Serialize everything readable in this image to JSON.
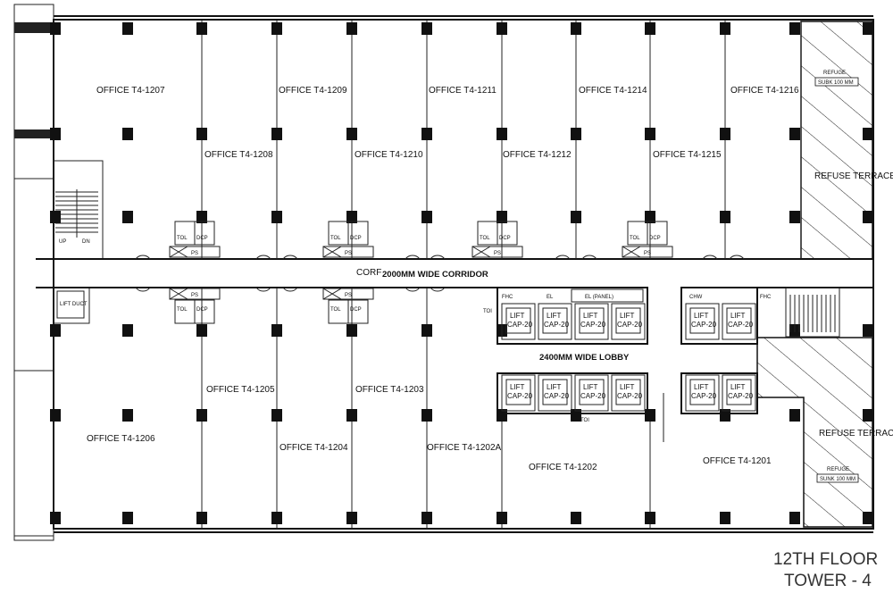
{
  "plan": {
    "title_line1": "12TH FLOOR",
    "title_line2": "TOWER - 4",
    "corridor": "CORF",
    "corridor_label": "2000MM WIDE CORRIDOR",
    "lobby_label": "2400MM WIDE LOBBY",
    "refuse_terrace": "REFUSE TERRACE",
    "refuse_note": "REFUGE",
    "refuse_top_area": "SUBK 100 MM",
    "refuse_bottom_area": "SUNK 100 MM",
    "panel_label": "EL (PANEL)",
    "lift_title": "LIFT",
    "lift_capacity": "CAP-20",
    "lift_duct": "LIFT DUCT",
    "offices": {
      "o1207": "OFFICE T4-1207",
      "o1209": "OFFICE T4-1209",
      "o1211": "OFFICE T4-1211",
      "o1214": "OFFICE T4-1214",
      "o1216": "OFFICE T4-1216",
      "o1208": "OFFICE T4-1208",
      "o1210": "OFFICE T4-1210",
      "o1212": "OFFICE T4-1212",
      "o1215": "OFFICE T4-1215",
      "o1205": "OFFICE T4-1205",
      "o1203": "OFFICE T4-1203",
      "o1206": "OFFICE T4-1206",
      "o1204": "OFFICE T4-1204",
      "o1202a": "OFFICE T4-1202A",
      "o1202": "OFFICE T4-1202",
      "o1201": "OFFICE T4-1201"
    },
    "small": {
      "ps": "PS",
      "fhc": "FHC",
      "toi": "TOI",
      "tol": "TOL",
      "dcp": "DCP",
      "chw": "CHW",
      "el": "EL",
      "up": "UP",
      "dn": "DN"
    }
  }
}
